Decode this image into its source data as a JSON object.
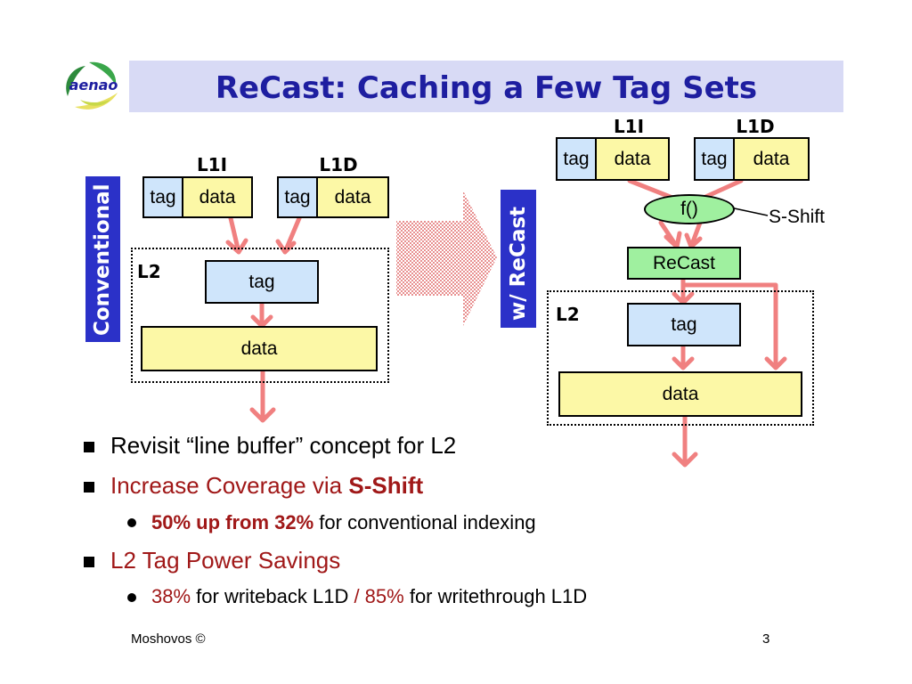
{
  "slide": {
    "title": "ReCast: Caching a Few Tag Sets",
    "logo_text": "aenao",
    "footer_author": "Moshovos ©",
    "page_number": "3"
  },
  "left_diagram": {
    "side_label": "Conventional",
    "l1i_header": "L1I",
    "l1d_header": "L1D",
    "l1i_tag": "tag",
    "l1i_data": "data",
    "l1d_tag": "tag",
    "l1d_data": "data",
    "l2_label": "L2",
    "l2_tag": "tag",
    "l2_data": "data"
  },
  "right_diagram": {
    "side_label": "w/ ReCast",
    "l1i_header": "L1I",
    "l1d_header": "L1D",
    "l1i_tag": "tag",
    "l1i_data": "data",
    "l1d_tag": "tag",
    "l1d_data": "data",
    "func": "f()",
    "func_note": "S-Shift",
    "recast": "ReCast",
    "l2_label": "L2",
    "l2_tag": "tag",
    "l2_data": "data"
  },
  "bullets": {
    "b1": "Revisit “line buffer” concept for L2",
    "b2_prefix": "Increase Coverage via ",
    "b2_bold": "S-Shift",
    "b2_sub_bold": "50% up from 32%",
    "b2_sub_rest": " for conventional indexing",
    "b3": "L2 Tag Power Savings",
    "b3_sub_a": "38%",
    "b3_sub_b": " for writeback L1D ",
    "b3_sub_c": "/ 85%",
    "b3_sub_d": " for writethrough L1D"
  },
  "colors": {
    "title_bg": "#d8daf5",
    "title_text": "#1e1ea0",
    "arrow": "#f08080",
    "label_bg": "#2b31c8",
    "accent_red": "#a01818"
  }
}
